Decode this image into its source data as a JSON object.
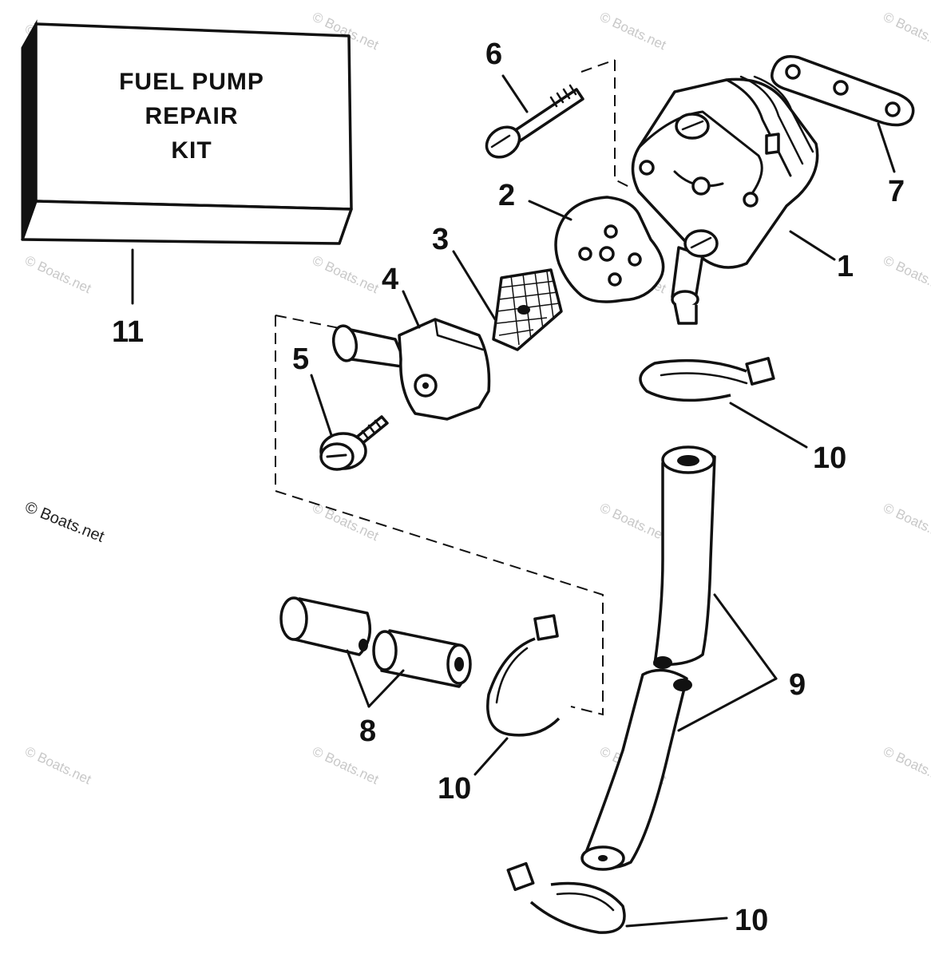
{
  "kit_label": {
    "line1": "FUEL PUMP",
    "line2": "REPAIR",
    "line3": "KIT"
  },
  "callouts": {
    "c1": "1",
    "c2": "2",
    "c3": "3",
    "c4": "4",
    "c5": "5",
    "c6": "6",
    "c7": "7",
    "c8": "8",
    "c9": "9",
    "c10a": "10",
    "c10b": "10",
    "c10c": "10",
    "c11": "11"
  },
  "watermark": {
    "text": "© Boats.net"
  }
}
